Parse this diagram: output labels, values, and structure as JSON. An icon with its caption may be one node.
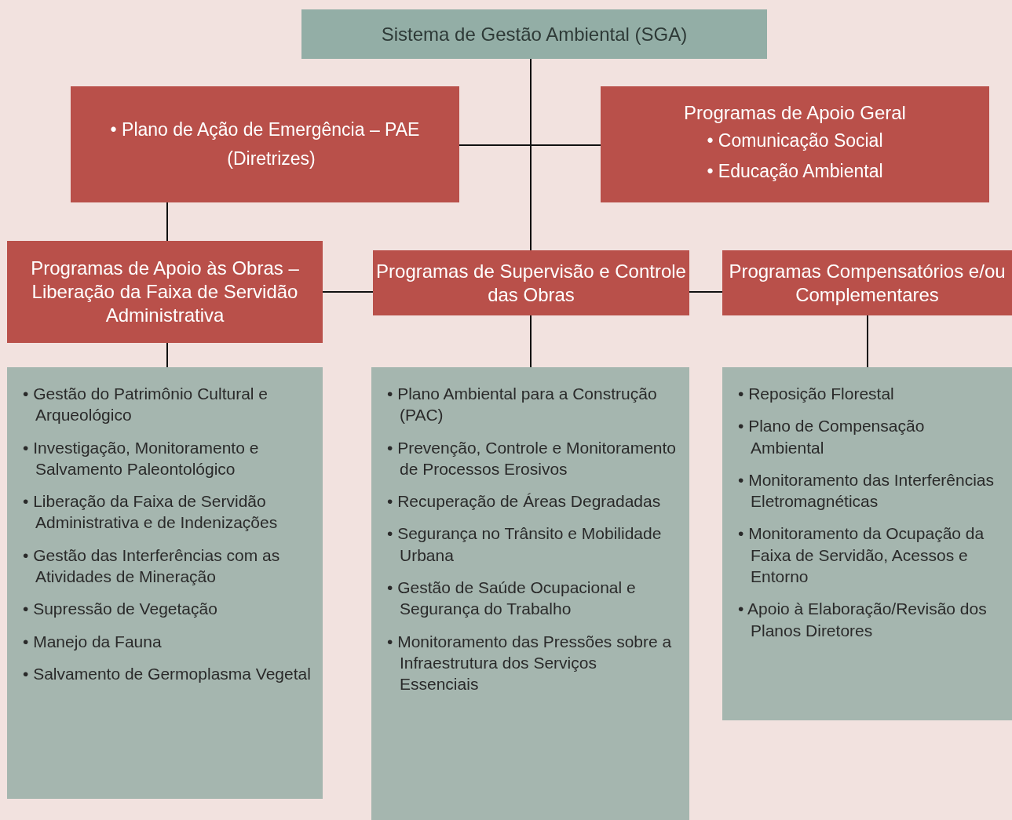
{
  "diagram": {
    "nodes": [
      {
        "text": [
          "Sistema de Gestão Ambiental (SGA)"
        ]
      },
      {
        "text": [
          "• Plano de Ação de Emergência – PAE (Diretrizes)"
        ]
      },
      {
        "text": [
          "Programas de Apoio Geral",
          "• Comunicação Social",
          "• Educação Ambiental"
        ]
      },
      {
        "text": [
          "Programas de Apoio às Obras – Liberação da Faixa de Servidão Administrativa"
        ]
      },
      {
        "text": [
          "Programas de Supervisão e Controle das Obras"
        ]
      },
      {
        "text": [
          "Programas Compensatórios e/ou Complementares"
        ]
      },
      {
        "text": [
          "• Gestão do Patrimônio Cultural e Arqueológico",
          "• Investigação, Monitoramento e Salvamento Paleontológico",
          "• Liberação da Faixa de Servidão Administrativa e de Indenizações",
          "• Gestão das Interferências com as Atividades de Mineração",
          "• Supressão de Vegetação",
          "• Manejo da Fauna",
          "• Salvamento de Germoplasma Vegetal"
        ]
      },
      {
        "text": [
          "• Plano Ambiental para a Construção (PAC)",
          "• Prevenção, Controle e Monitoramento de Processos Erosivos",
          "• Recuperação de Áreas Degradadas",
          "• Segurança no Trânsito e Mobilidade Urbana",
          "• Gestão de Saúde Ocupacional e Segurança do Trabalho",
          "• Monitoramento das Pressões sobre a Infraestrutura dos Serviços Essenciais"
        ]
      },
      {
        "text": [
          "• Reposição Florestal",
          "• Plano de Compensação Ambiental",
          "• Monitoramento das Interferências Eletromagnéticas",
          "• Monitoramento da Ocupação da Faixa de Servidão, Acessos e Entorno",
          "• Apoio à Elaboração/Revisão dos Planos Diretores"
        ]
      }
    ],
    "edges": [
      {
        "from": 0,
        "to": 1,
        "arrow": "none"
      },
      {
        "from": 0,
        "to": 2,
        "arrow": "none"
      },
      {
        "from": 0,
        "to": 4,
        "arrow": "none"
      },
      {
        "from": 1,
        "to": 3,
        "arrow": "none"
      },
      {
        "from": 3,
        "to": 4,
        "arrow": "none"
      },
      {
        "from": 4,
        "to": 5,
        "arrow": "none"
      },
      {
        "from": 3,
        "to": 6,
        "arrow": "none"
      },
      {
        "from": 4,
        "to": 7,
        "arrow": "none"
      },
      {
        "from": 5,
        "to": 8,
        "arrow": "none"
      }
    ]
  }
}
